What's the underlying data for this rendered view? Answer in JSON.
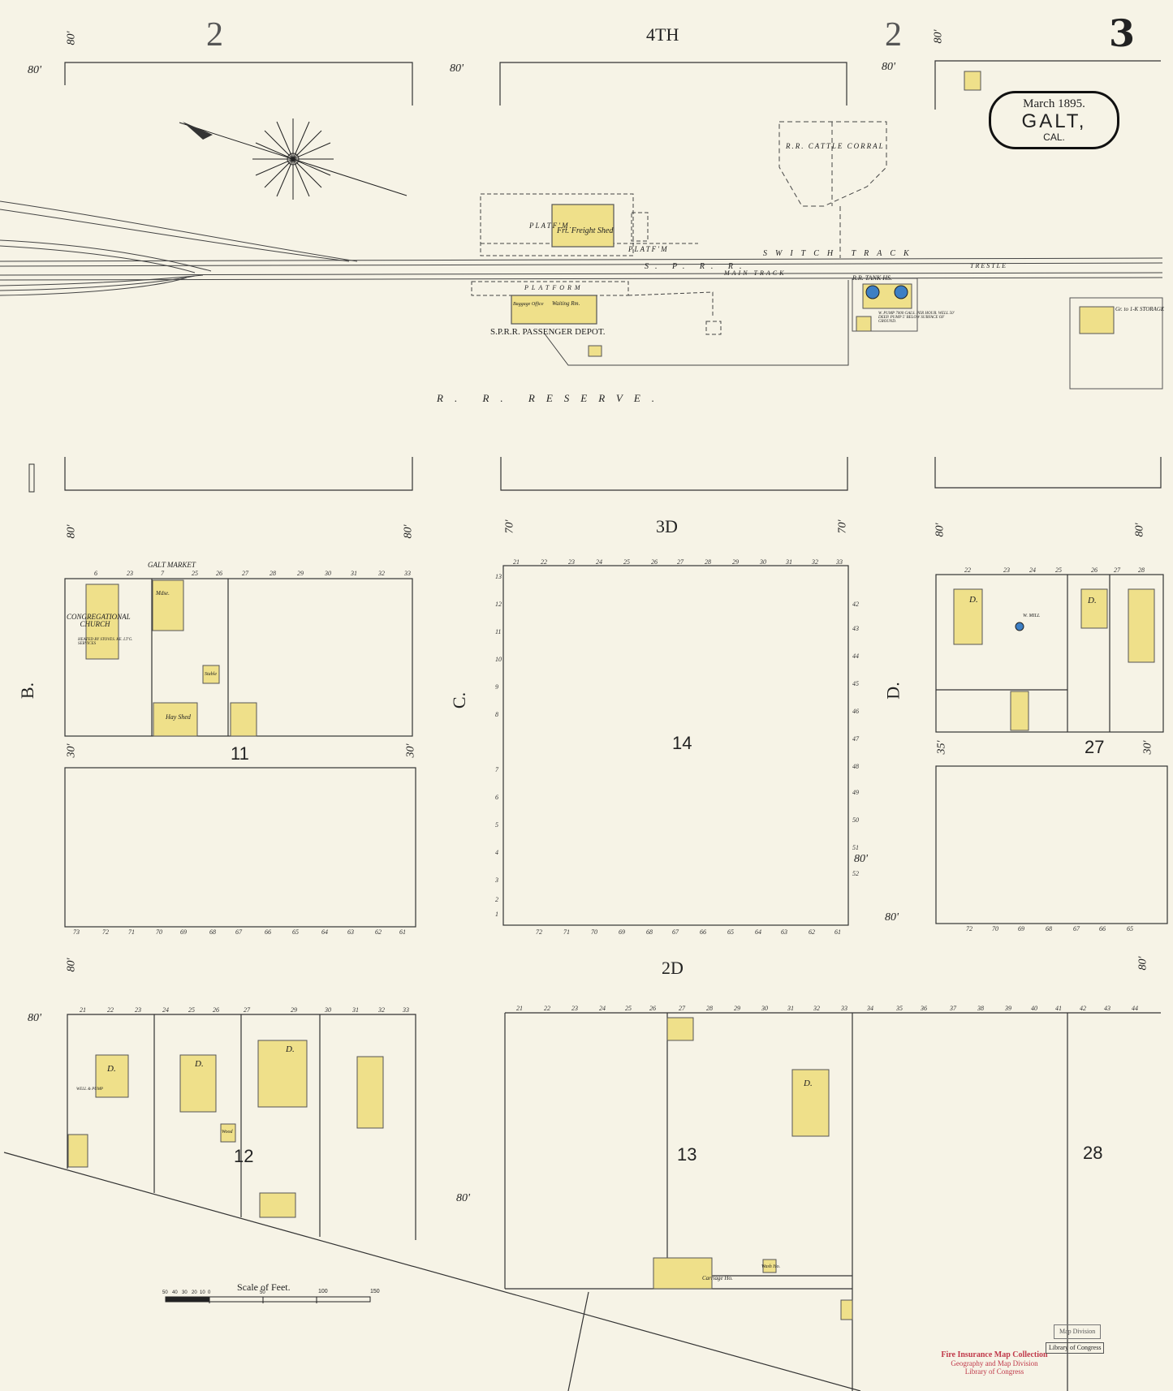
{
  "sheet": {
    "number": "3",
    "date": "March 1895.",
    "town": "GALT,",
    "state": "CAL."
  },
  "colors": {
    "paper": "#f6f3e6",
    "frame_building": "#efe08a",
    "line": "#333333",
    "water": "#3d7fc4",
    "stamp": "#c0394a"
  },
  "streets": {
    "fourth": "4TH",
    "third": "3D",
    "second": "2D",
    "b": "B.",
    "c": "C.",
    "d": "D."
  },
  "key_marks": [
    "2",
    "2"
  ],
  "widths": [
    "80'",
    "80'",
    "80'",
    "80'",
    "80'",
    "80'",
    "80'",
    "80'",
    "80'",
    "80'",
    "70'",
    "70'",
    "80'",
    "80'",
    "30'",
    "30'",
    "35'",
    "30'",
    "80'",
    "80'",
    "80'"
  ],
  "blocks": [
    "11",
    "14",
    "27",
    "12",
    "13",
    "28"
  ],
  "railroad": {
    "reserve": "R. R. RESERVE.",
    "sprr": "S. P. R. R.",
    "main_track": "MAIN TRACK",
    "switch_track": "SWITCH TRACK",
    "trestle": "TRESTLE",
    "depot": "S.P.R.R. PASSENGER DEPOT.",
    "platform_top": "PLATF'M.",
    "platform_top2": "PLATF'M",
    "platform_bottom": "PLATFORM",
    "freight_shed": "Frt. Freight Shed",
    "cattle_corral": "R.R. CATTLE CORRAL",
    "tank_house": "R.R. TANK HS.",
    "tank_note": "W. PUMP 7000 GALS. PER HOUR. WELL 50' DEEP. PUMP 5' BELOW SURFACE OF GROUND.",
    "waiting_room": "Waiting Rm.",
    "baggage": "Baggage Office",
    "storage": "Gr. to 1-K STORAGE"
  },
  "labels": {
    "galt_market": "GALT MARKET",
    "church": "CONGREGATIONAL CHURCH",
    "church_note": "HEATED BY STOVES. KE. LT'G. SERVICES",
    "hay_shed": "Hay Shed",
    "well_pump": "WELL & PUMP",
    "wind_mill": "W. MILL",
    "carriage_ho": "Carriage Ho.",
    "wash_ho": "Wash Ho.",
    "mdse": "Mdse.",
    "dwelling": "D.",
    "stable": "Stable",
    "wood": "Wood"
  },
  "lot_numbers": {
    "block11_top": [
      "6",
      "23",
      "7",
      "25",
      "26",
      "27",
      "28",
      "29",
      "30",
      "31",
      "32",
      "33"
    ],
    "block11_bottom": [
      "73",
      "72",
      "71",
      "70",
      "69",
      "68",
      "67",
      "66",
      "65",
      "64",
      "63",
      "62",
      "61"
    ],
    "block14_top": [
      "21",
      "22",
      "23",
      "24",
      "25",
      "26",
      "27",
      "28",
      "29",
      "30",
      "31",
      "32",
      "33"
    ],
    "block14_bottom": [
      "72",
      "71",
      "70",
      "69",
      "68",
      "67",
      "66",
      "65",
      "64",
      "63",
      "62",
      "61"
    ],
    "block14_left": [
      "13",
      "12",
      "11",
      "10",
      "9",
      "8",
      "7",
      "6",
      "5",
      "4",
      "3",
      "2",
      "1"
    ],
    "block14_right": [
      "42",
      "43",
      "44",
      "45",
      "46",
      "47",
      "48",
      "49",
      "50",
      "51",
      "52"
    ],
    "block27_top": [
      "22",
      "23",
      "24",
      "25",
      "26",
      "27",
      "28"
    ],
    "block27_bottom": [
      "72",
      "70",
      "69",
      "68",
      "67",
      "66",
      "65"
    ],
    "block12_top": [
      "21",
      "22",
      "23",
      "24",
      "25",
      "26",
      "27",
      "29",
      "30",
      "31",
      "32",
      "33"
    ],
    "block13_top": [
      "21",
      "22",
      "23",
      "24",
      "25",
      "26",
      "27",
      "28",
      "29",
      "30",
      "31",
      "32",
      "33",
      "34",
      "35",
      "36",
      "37",
      "38",
      "39",
      "40",
      "41",
      "42",
      "43",
      "44"
    ]
  },
  "scale": {
    "title": "Scale of Feet.",
    "ticks": [
      "50",
      "40",
      "30",
      "20",
      "10",
      "0",
      "50",
      "100",
      "150"
    ]
  },
  "stamp": {
    "line1": "Fire Insurance Map Collection",
    "line2": "Geography and Map Division",
    "line3": "Library of Congress",
    "box": "Library of Congress",
    "box2": "Map Division"
  }
}
